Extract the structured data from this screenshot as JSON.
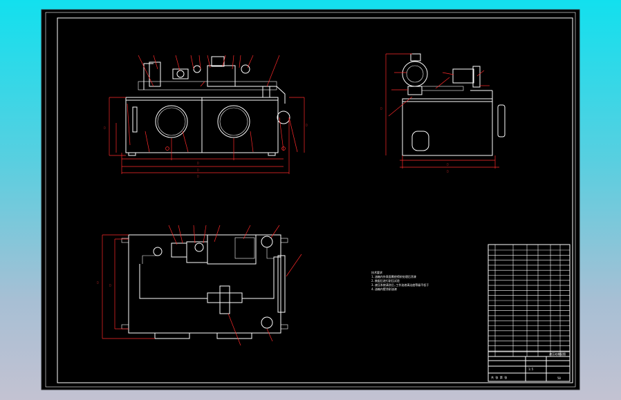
{
  "drawing": {
    "tech_notes": [
      "技术要求",
      "1.油箱内外表面需经喷砂处理后涂漆",
      "2.装配后进行耐压试验",
      "3.液压系统清洗后,工作油液清洁度等级不低于",
      "4.油箱内壁涂耐油漆"
    ],
    "title_block": {
      "scale": "1:5",
      "sheet": "共 张 第 张",
      "drawing_no": "液压站装配图",
      "weight": "50"
    }
  },
  "colors": {
    "background_top": "#12e0ee",
    "background_bottom": "#c3c2d2",
    "paper": "#000000",
    "frame": "#ffffff",
    "dimension": "#ff2a2a",
    "outline": "#ffffff"
  }
}
